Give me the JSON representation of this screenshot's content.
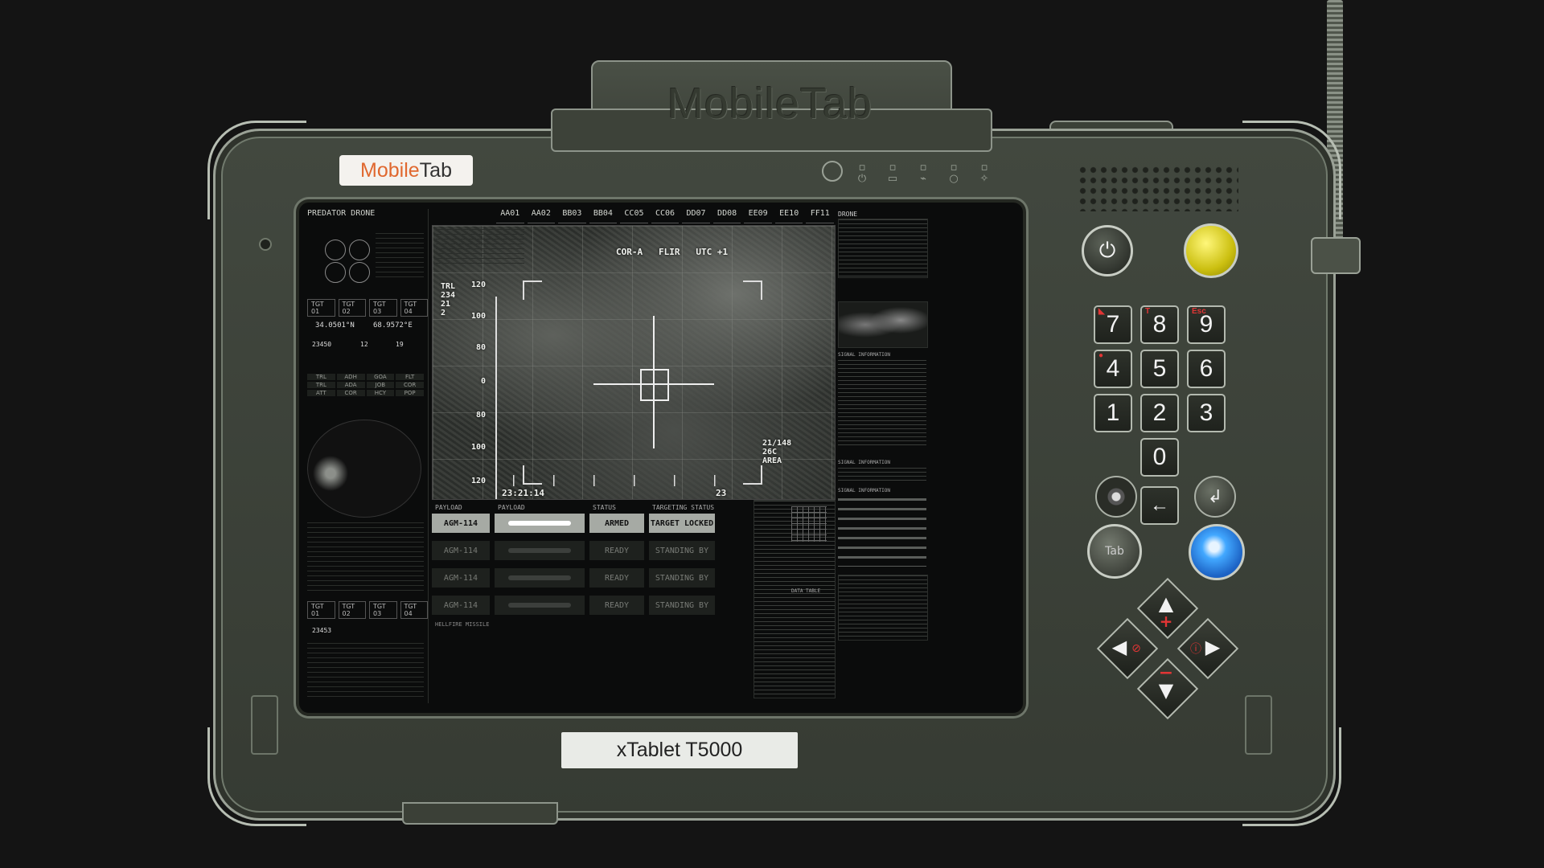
{
  "device": {
    "handle_embossed": "MobileTab",
    "brand_part1": "Mobile",
    "brand_part2": "Tab",
    "model": "xTablet T5000"
  },
  "screen": {
    "left_panel": {
      "title": "PREDATOR DRONE",
      "target_tabs": [
        "TGT 01",
        "TGT 02",
        "TGT 03",
        "TGT 04"
      ],
      "target_tabs_lower": [
        "TGT 01",
        "TGT 02",
        "TGT 03",
        "TGT 04"
      ],
      "latitude": "34.0501°N",
      "longitude": "68.9572°E",
      "altitude": "23450",
      "altitude_lower": "23453",
      "flight_time": "12",
      "speed": "19",
      "grid_codes": [
        "TRL",
        "ADH",
        "GOA",
        "FLT",
        "TRL",
        "ADA",
        "JOB",
        "COR",
        "ATT",
        "COR",
        "HCY",
        "POP"
      ]
    },
    "tabs": [
      "AA01",
      "AA02",
      "BB03",
      "BB04",
      "CC05",
      "CC06",
      "DD07",
      "DD08",
      "EE09",
      "EE10",
      "FF11"
    ],
    "feed": {
      "hud_top": "COR-A   FLIR   UTC +1",
      "trl_block": "TRL\n234\n21\n2",
      "scale": [
        "120",
        "100",
        "80",
        "0",
        "80",
        "100",
        "120"
      ],
      "area_block": "21/148\n26C\nAREA",
      "timestamp": "23:21:14",
      "bottom_num": "23"
    },
    "payload": {
      "headers": [
        "PAYLOAD",
        "PAYLOAD",
        "STATUS",
        "TARGETING STATUS"
      ],
      "rows": [
        {
          "name": "AGM-114",
          "status": "ARMED",
          "targeting": "TARGET LOCKED",
          "active": true
        },
        {
          "name": "AGM-114",
          "status": "READY",
          "targeting": "STANDING BY",
          "active": false
        },
        {
          "name": "AGM-114",
          "status": "READY",
          "targeting": "STANDING BY",
          "active": false
        },
        {
          "name": "AGM-114",
          "status": "READY",
          "targeting": "STANDING BY",
          "active": false
        }
      ],
      "footer": "HELLFIRE MISSILE"
    },
    "right_panel": {
      "title": "DRONE",
      "signal_info_1": "SIGNAL INFORMATION",
      "signal_info_2": "SIGNAL INFORMATION",
      "signal_info_3": "SIGNAL INFORMATION",
      "data_label": "DATA TABLE"
    }
  },
  "keypad": {
    "keys": [
      {
        "label": "7",
        "sub": "◣"
      },
      {
        "label": "8",
        "sub": "T"
      },
      {
        "label": "9",
        "sub": "Esc"
      },
      {
        "label": "4",
        "sub": "●"
      },
      {
        "label": "5",
        "sub": ""
      },
      {
        "label": "6",
        "sub": ""
      },
      {
        "label": "1",
        "sub": ""
      },
      {
        "label": "2",
        "sub": ""
      },
      {
        "label": "3",
        "sub": ""
      }
    ],
    "zero": "0",
    "backspace": "←",
    "return": "↲",
    "tab": "Tab",
    "dpad_up": "+",
    "dpad_down": "−"
  },
  "colors": {
    "brand_orange": "#e0682f",
    "yellow_button": "#e6dc2a",
    "blue_button": "#2f8be6",
    "accent_red": "#e23535"
  }
}
